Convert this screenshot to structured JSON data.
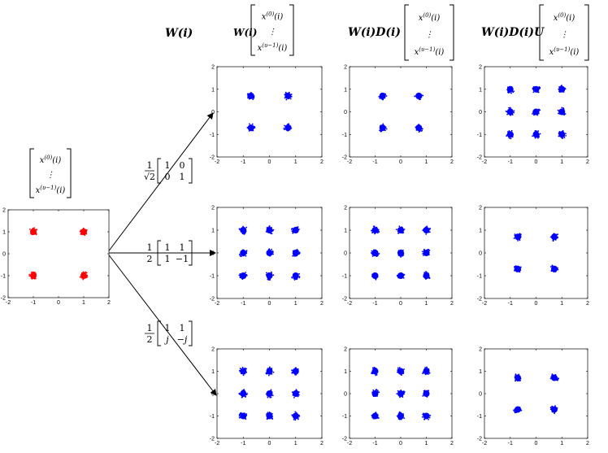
{
  "header": {
    "w_label": "W(i)",
    "wd_label": "W(i)D(i)",
    "wdu_label": "W(i)D(i)U"
  },
  "vector": {
    "top": "x",
    "top_sup": "(0)",
    "top_arg": "(i)",
    "dots": "⋮",
    "bottom": "x",
    "bottom_sup": "(υ−1)",
    "bottom_arg": "(i)"
  },
  "matrices": [
    {
      "coef_num": "1",
      "coef_den": "√2",
      "rows": [
        [
          "1",
          "0"
        ],
        [
          "0",
          "1"
        ]
      ]
    },
    {
      "coef_num": "1",
      "coef_den": "2",
      "rows": [
        [
          "1",
          "1"
        ],
        [
          "1",
          "−1"
        ]
      ]
    },
    {
      "coef_num": "1",
      "coef_den": "2",
      "rows": [
        [
          "1",
          "1"
        ],
        [
          "j",
          "−j"
        ]
      ]
    }
  ],
  "axis": {
    "x_ticks": [
      "-2",
      "-1",
      "0",
      "1",
      "2"
    ],
    "y_ticks": [
      "2",
      "1",
      "0",
      "-1",
      "-2"
    ]
  },
  "colors": {
    "input": "#ff0000",
    "output": "#0000ff"
  },
  "chart_data": [
    {
      "id": "input",
      "type": "scatter",
      "xlim": [
        -2,
        2
      ],
      "ylim": [
        -2,
        2
      ],
      "color": "#ff0000",
      "points": [
        [
          -1,
          1
        ],
        [
          1,
          1
        ],
        [
          -1,
          -1
        ],
        [
          1,
          -1
        ]
      ]
    },
    {
      "id": "r1c1",
      "type": "scatter",
      "xlim": [
        -2,
        2
      ],
      "ylim": [
        -2,
        2
      ],
      "color": "#0000ff",
      "points": [
        [
          -0.707,
          0.707
        ],
        [
          0.707,
          0.707
        ],
        [
          -0.707,
          -0.707
        ],
        [
          0.707,
          -0.707
        ]
      ]
    },
    {
      "id": "r1c2",
      "type": "scatter",
      "xlim": [
        -2,
        2
      ],
      "ylim": [
        -2,
        2
      ],
      "color": "#0000ff",
      "points": [
        [
          -0.707,
          0.707
        ],
        [
          0.707,
          0.707
        ],
        [
          -0.707,
          -0.707
        ],
        [
          0.707,
          -0.707
        ]
      ]
    },
    {
      "id": "r1c3",
      "type": "scatter",
      "xlim": [
        -2,
        2
      ],
      "ylim": [
        -2,
        2
      ],
      "color": "#0000ff",
      "points": [
        [
          -1,
          1
        ],
        [
          0,
          1
        ],
        [
          1,
          1
        ],
        [
          -1,
          0
        ],
        [
          0,
          0
        ],
        [
          1,
          0
        ],
        [
          -1,
          -1
        ],
        [
          0,
          -1
        ],
        [
          1,
          -1
        ]
      ]
    },
    {
      "id": "r2c1",
      "type": "scatter",
      "xlim": [
        -2,
        2
      ],
      "ylim": [
        -2,
        2
      ],
      "color": "#0000ff",
      "points": [
        [
          -1,
          1
        ],
        [
          0,
          1
        ],
        [
          1,
          1
        ],
        [
          -1,
          0
        ],
        [
          0,
          0
        ],
        [
          1,
          0
        ],
        [
          -1,
          -1
        ],
        [
          0,
          -1
        ],
        [
          1,
          -1
        ]
      ]
    },
    {
      "id": "r2c2",
      "type": "scatter",
      "xlim": [
        -2,
        2
      ],
      "ylim": [
        -2,
        2
      ],
      "color": "#0000ff",
      "points": [
        [
          -1,
          1
        ],
        [
          0,
          1
        ],
        [
          1,
          1
        ],
        [
          -1,
          0
        ],
        [
          0,
          0
        ],
        [
          1,
          0
        ],
        [
          -1,
          -1
        ],
        [
          0,
          -1
        ],
        [
          1,
          -1
        ]
      ]
    },
    {
      "id": "r2c3",
      "type": "scatter",
      "xlim": [
        -2,
        2
      ],
      "ylim": [
        -2,
        2
      ],
      "color": "#0000ff",
      "points": [
        [
          -0.707,
          0.707
        ],
        [
          0.707,
          0.707
        ],
        [
          -0.707,
          -0.707
        ],
        [
          0.707,
          -0.707
        ]
      ]
    },
    {
      "id": "r3c1",
      "type": "scatter",
      "xlim": [
        -2,
        2
      ],
      "ylim": [
        -2,
        2
      ],
      "color": "#0000ff",
      "points": [
        [
          -1,
          1
        ],
        [
          0,
          1
        ],
        [
          1,
          1
        ],
        [
          -1,
          0
        ],
        [
          0,
          0
        ],
        [
          1,
          0
        ],
        [
          -1,
          -1
        ],
        [
          0,
          -1
        ],
        [
          1,
          -1
        ]
      ]
    },
    {
      "id": "r3c2",
      "type": "scatter",
      "xlim": [
        -2,
        2
      ],
      "ylim": [
        -2,
        2
      ],
      "color": "#0000ff",
      "points": [
        [
          -1,
          1
        ],
        [
          0,
          1
        ],
        [
          1,
          1
        ],
        [
          -1,
          0
        ],
        [
          0,
          0
        ],
        [
          1,
          0
        ],
        [
          -1,
          -1
        ],
        [
          0,
          -1
        ],
        [
          1,
          -1
        ]
      ]
    },
    {
      "id": "r3c3",
      "type": "scatter",
      "xlim": [
        -2,
        2
      ],
      "ylim": [
        -2,
        2
      ],
      "color": "#0000ff",
      "points": [
        [
          -0.707,
          0.707
        ],
        [
          0.707,
          0.707
        ],
        [
          -0.707,
          -0.707
        ],
        [
          0.707,
          -0.707
        ]
      ]
    }
  ]
}
